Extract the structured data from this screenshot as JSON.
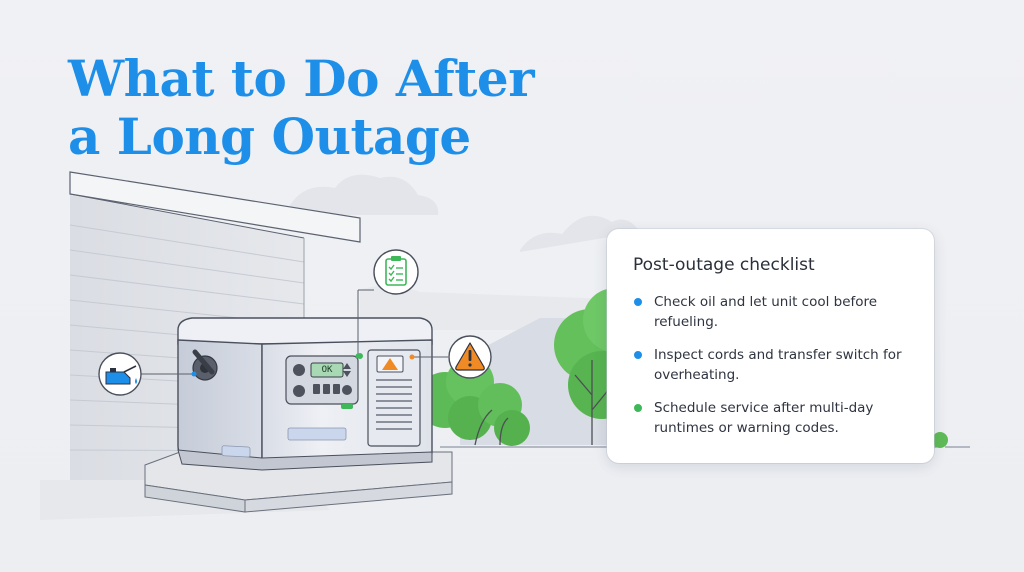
{
  "title": {
    "line1": "What to Do After",
    "line2": "a Long Outage"
  },
  "checklist": {
    "heading": "Post-outage checklist",
    "items": [
      {
        "text": "Check oil and let unit cool before refueling.",
        "bullet_color": "#1e8fe8"
      },
      {
        "text": "Inspect cords and transfer switch for overheating.",
        "bullet_color": "#1e8fe8"
      },
      {
        "text": "Schedule service after multi-day runtimes or warning codes.",
        "bullet_color": "#3fb85a"
      }
    ]
  },
  "generator": {
    "display_text": "OK"
  },
  "callouts": [
    {
      "icon": "oil-can-icon",
      "accent": "#1e8fe8"
    },
    {
      "icon": "clipboard-checklist-icon",
      "accent": "#3fb85a"
    },
    {
      "icon": "warning-triangle-icon",
      "accent": "#f08a24"
    }
  ],
  "colors": {
    "title": "#1e8fe8",
    "accent_blue": "#1e8fe8",
    "accent_green": "#3fb85a",
    "warning_orange": "#f08a24"
  }
}
